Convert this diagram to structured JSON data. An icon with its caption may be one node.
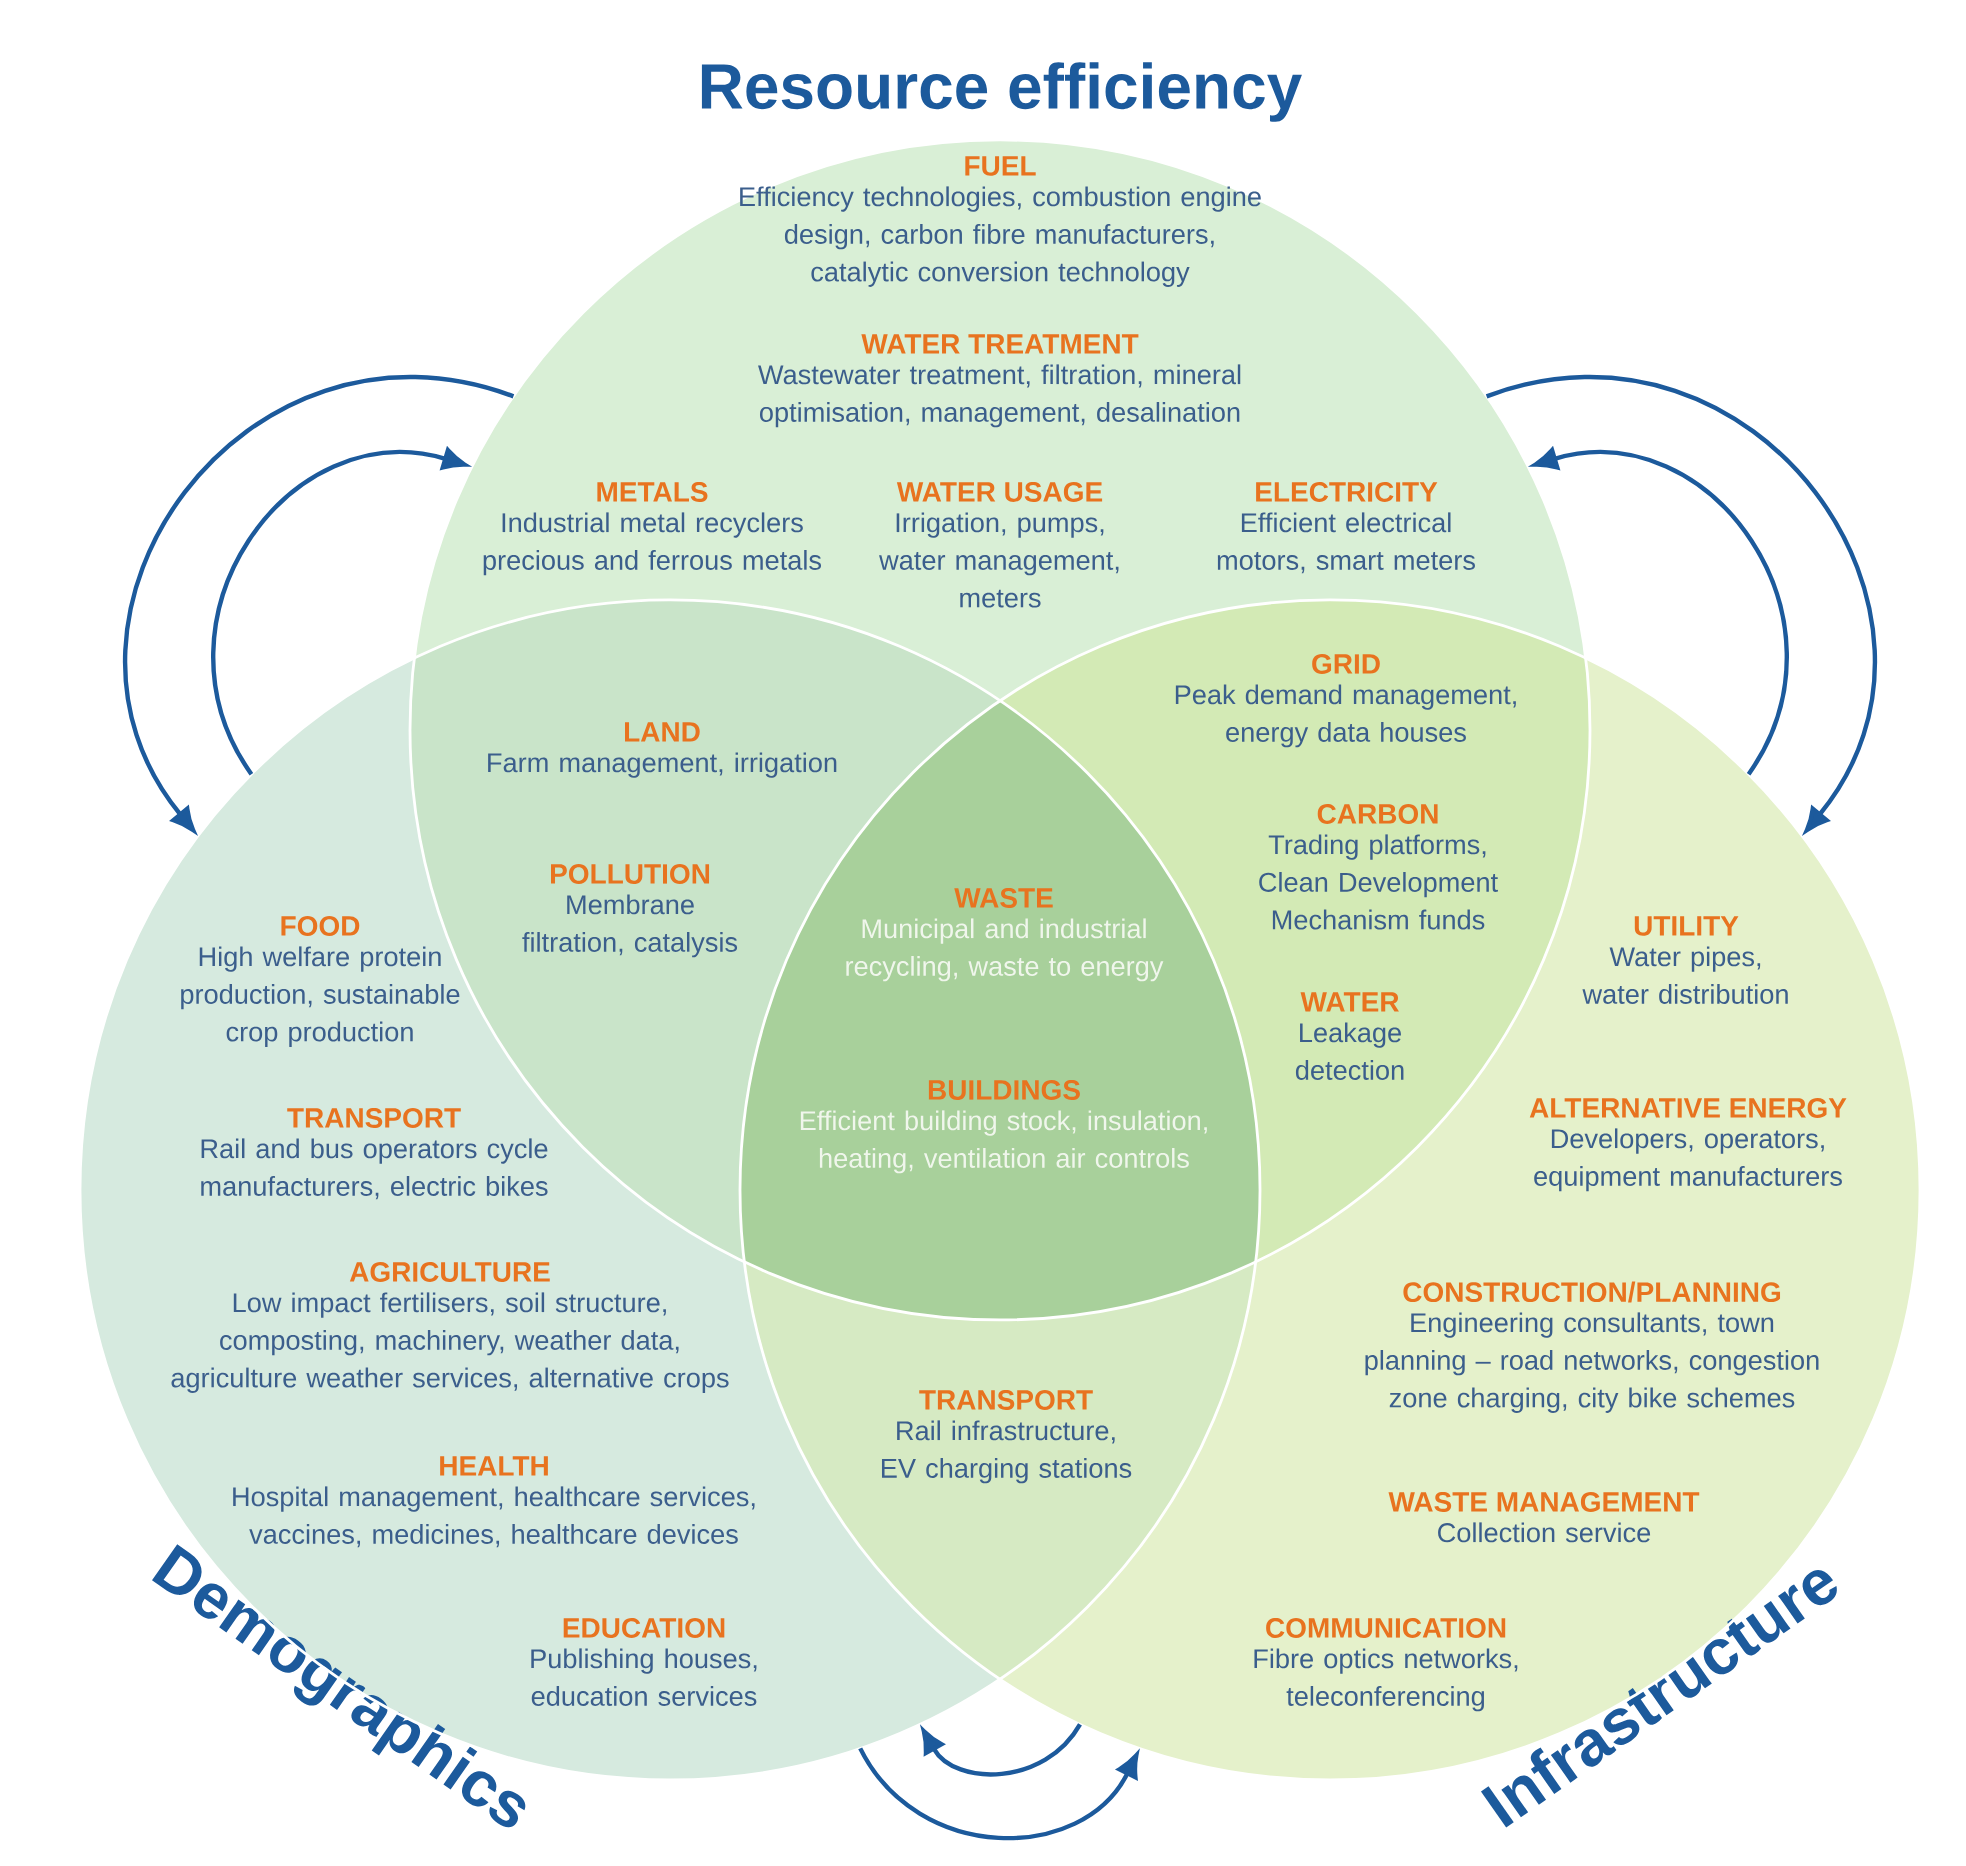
{
  "diagram": {
    "nodes": [
      {
        "text": [
          "Resource efficiency"
        ]
      },
      {
        "text": [
          "Demographics"
        ]
      },
      {
        "text": [
          "Infrastructure"
        ]
      }
    ],
    "edges": [
      {
        "from": 0,
        "to": 1,
        "arrow": "to"
      },
      {
        "from": 0,
        "to": 2,
        "arrow": "to"
      },
      {
        "from": 1,
        "to": 0,
        "arrow": "to"
      },
      {
        "from": 1,
        "to": 2,
        "arrow": "to"
      },
      {
        "from": 2,
        "to": 0,
        "arrow": "to"
      },
      {
        "from": 2,
        "to": 1,
        "arrow": "to"
      }
    ],
    "labels": [
      "FUEL",
      "Efficiency technologies, combustion engine design, carbon fibre manufacturers, catalytic conversion technology",
      "WATER TREATMENT",
      "Wastewater treatment, filtration, mineral optimisation, management, desalination",
      "METALS",
      "Industrial metal recyclers precious and ferrous metals",
      "WATER USAGE",
      "Irrigation, pumps, water management, meters",
      "ELECTRICITY",
      "Efficient electrical motors, smart meters",
      "GRID",
      "Peak demand management, energy data houses",
      "LAND",
      "Farm management, irrigation",
      "CARBON",
      "Trading platforms, Clean Development Mechanism funds",
      "POLLUTION",
      "Membrane filtration, catalysis",
      "WASTE",
      "Municipal and industrial recycling, waste to energy",
      "FOOD",
      "High welfare protein production, sustainable crop production",
      "UTILITY",
      "Water pipes, water distribution",
      "WATER",
      "Leakage detection",
      "BUILDINGS",
      "Efficient building stock, insulation, heating, ventilation air controls",
      "TRANSPORT",
      "Rail and bus operators cycle manufacturers, electric bikes",
      "ALTERNATIVE ENERGY",
      "Developers, operators, equipment manufacturers",
      "AGRICULTURE",
      "Low impact fertilisers, soil structure, composting, machinery, weather data, agriculture weather services, alternative crops",
      "CONSTRUCTION/PLANNING",
      "Engineering consultants, town planning – road networks, congestion zone charging, city bike schemes",
      "TRANSPORT",
      "Rail infrastructure, EV charging stations",
      "HEALTH",
      "Hospital management, healthcare services, vaccines, medicines, healthcare devices",
      "WASTE MANAGEMENT",
      "Collection service",
      "EDUCATION",
      "Publishing houses, education services",
      "COMMUNICATION",
      "Fibre optics networks, teleconferencing"
    ]
  }
}
